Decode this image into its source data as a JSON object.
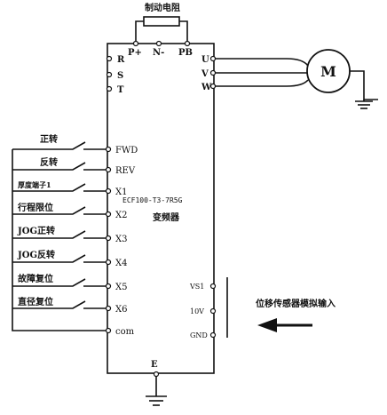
{
  "brake_resistor": {
    "label": "制动电阻"
  },
  "power_terminals": {
    "p_plus": "P+",
    "n_minus": "N-",
    "pb": "PB"
  },
  "input_terminals": {
    "r": "R",
    "s": "S",
    "t": "T"
  },
  "output_terminals": {
    "u": "U",
    "v": "V",
    "w": "W"
  },
  "motor": {
    "symbol": "M"
  },
  "control_inputs": [
    {
      "terminal": "FWD",
      "switch_label": "正转"
    },
    {
      "terminal": "REV",
      "switch_label": "反转"
    },
    {
      "terminal": "X1",
      "switch_label": "厚度端子1"
    },
    {
      "terminal": "X2",
      "switch_label": "行程限位"
    },
    {
      "terminal": "X3",
      "switch_label": "JOG正转"
    },
    {
      "terminal": "X4",
      "switch_label": "JOG反转"
    },
    {
      "terminal": "X5",
      "switch_label": "故障复位"
    },
    {
      "terminal": "X6",
      "switch_label": "直径复位"
    }
  ],
  "common_terminal": "com",
  "inverter": {
    "model": "ECF100-T3-7R5G",
    "name": "变频器"
  },
  "analog_terminals": {
    "vs1": "VS1",
    "v10": "10V",
    "gnd": "GND"
  },
  "sensor_input_label": "位移传感器模拟输入",
  "ground_terminal": "E"
}
